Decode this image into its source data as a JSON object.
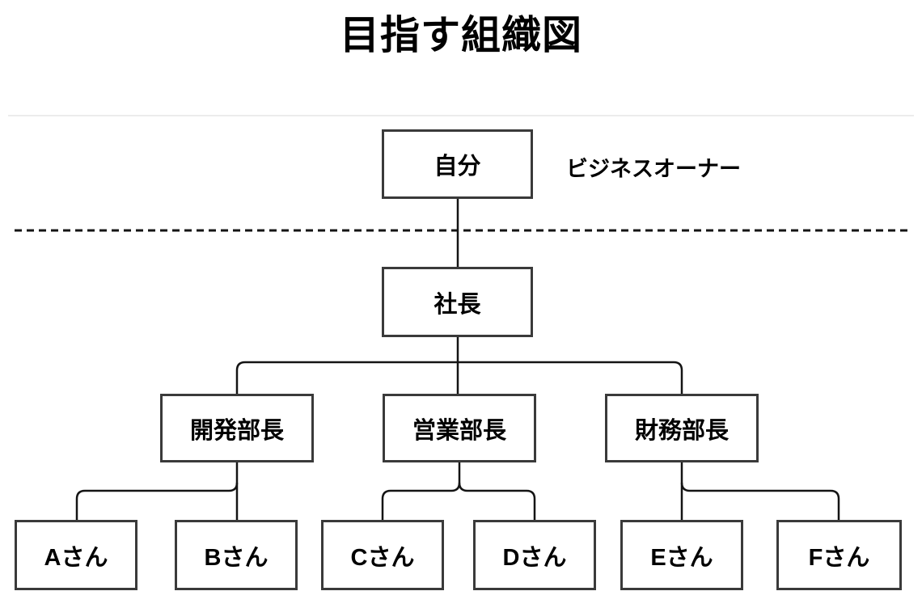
{
  "title": "目指す組織図",
  "annotation": "ビジネスオーナー",
  "nodes": {
    "self": "自分",
    "president": "社長",
    "dev_manager": "開発部長",
    "sales_manager": "営業部長",
    "finance_manager": "財務部長",
    "staff": [
      "Aさん",
      "Bさん",
      "Cさん",
      "Dさん",
      "Eさん",
      "Fさん"
    ]
  },
  "hierarchy": [
    {
      "from": "自分",
      "to": "社長"
    },
    {
      "from": "社長",
      "to": "開発部長"
    },
    {
      "from": "社長",
      "to": "営業部長"
    },
    {
      "from": "社長",
      "to": "財務部長"
    },
    {
      "from": "開発部長",
      "to": "Aさん"
    },
    {
      "from": "開発部長",
      "to": "Bさん"
    },
    {
      "from": "営業部長",
      "to": "Cさん"
    },
    {
      "from": "営業部長",
      "to": "Dさん"
    },
    {
      "from": "財務部長",
      "to": "Eさん"
    },
    {
      "from": "財務部長",
      "to": "Fさん"
    }
  ],
  "colors": {
    "background": "#ffffff",
    "box_border": "#3a3a3a",
    "connector_line": "#141414",
    "text": "#000000",
    "hairline": "#ececec"
  }
}
